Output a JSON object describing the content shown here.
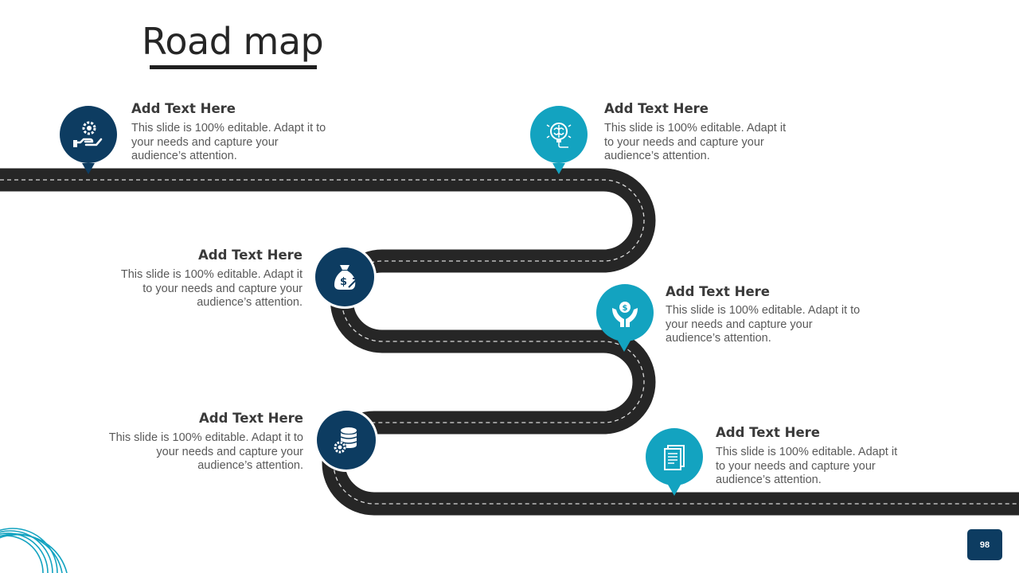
{
  "title": "Road map",
  "colors": {
    "navy": "#0d3c61",
    "teal": "#13a3c0",
    "road": "#262626",
    "lane": "#d9d9d9"
  },
  "items": [
    {
      "icon": "settings-hand-icon",
      "title": "Add Text Here",
      "body": "This slide is 100% editable.  Adapt it to your needs and capture your audience’s attention."
    },
    {
      "icon": "brain-bulb-icon",
      "title": "Add Text Here",
      "body": "This slide is 100% editable.  Adapt it to your needs and capture your audience’s attention."
    },
    {
      "icon": "money-bag-icon",
      "title": "Add Text Here",
      "body": "This slide is 100% editable.  Adapt it to your needs and capture your audience’s attention."
    },
    {
      "icon": "coin-hands-icon",
      "title": "Add Text Here",
      "body": "This slide is 100% editable.  Adapt it to your needs and capture your audience’s attention."
    },
    {
      "icon": "database-gear-icon",
      "title": "Add Text Here",
      "body": "This slide is 100% editable.  Adapt it to your needs and capture your audience’s attention."
    },
    {
      "icon": "document-icon",
      "title": "Add Text Here",
      "body": "This slide is 100% editable.  Adapt it to your needs and capture your audience’s attention."
    }
  ],
  "page_number": "98"
}
